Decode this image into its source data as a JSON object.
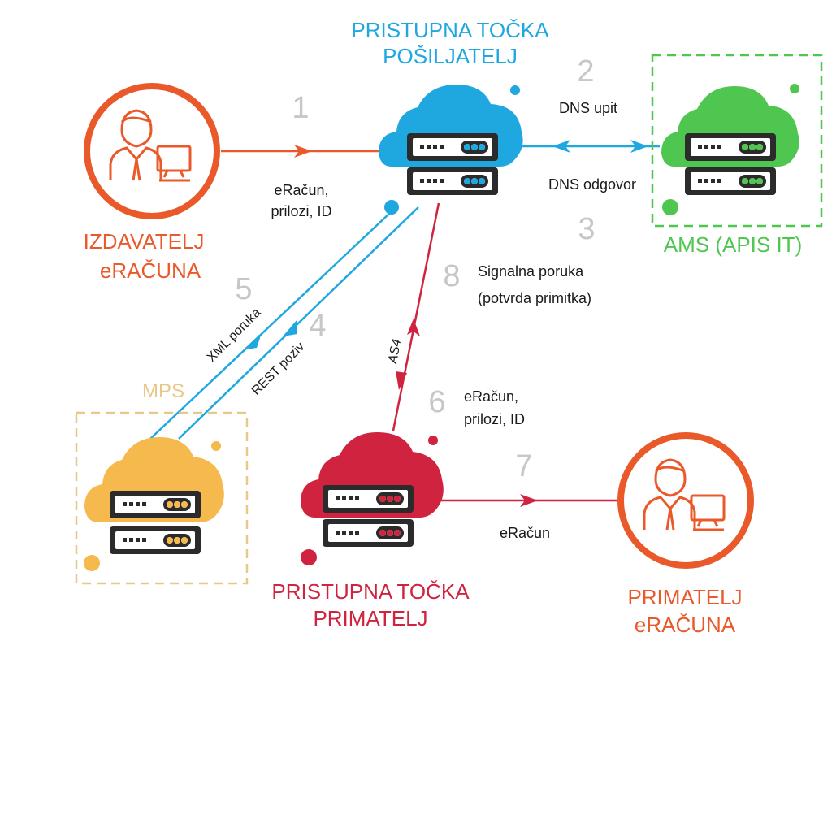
{
  "colors": {
    "orange": "#e9592a",
    "blue": "#1fa8e0",
    "green": "#4fc64f",
    "red": "#d0233f",
    "yellow": "#f5b94d",
    "yellow_border": "#e8c88a",
    "number_gray": "#c7c7c7",
    "dark": "#2b2b2b"
  },
  "nodes": {
    "sender_access_point": {
      "line1": "PRISTUPNA TOČKA",
      "line2": "POŠILJATELJ",
      "icon": "cloud-server-icon"
    },
    "issuer": {
      "line1": "IZDAVATELJ",
      "line2": "eRAČUNA",
      "icon": "user-computer-icon"
    },
    "ams": {
      "label": "AMS (APIS IT)",
      "icon": "cloud-server-icon"
    },
    "mps": {
      "label": "MPS",
      "icon": "cloud-server-icon"
    },
    "receiver_access_point": {
      "line1": "PRISTUPNA TOČKA",
      "line2": "PRIMATELJ",
      "icon": "cloud-server-icon"
    },
    "recipient": {
      "line1": "PRIMATELJ",
      "line2": "eRAČUNA",
      "icon": "user-computer-icon"
    }
  },
  "steps": {
    "s1": "1",
    "s2": "2",
    "s3": "3",
    "s4": "4",
    "s5": "5",
    "s6": "6",
    "s7": "7",
    "s8": "8"
  },
  "edge_labels": {
    "invoice_line1": "eRačun,",
    "invoice_line2": "prilozi, ID",
    "dns_query": "DNS upit",
    "dns_response": "DNS odgovor",
    "signal_line1": "Signalna poruka",
    "signal_line2": "(potvrda primitka)",
    "xml_message": "XML poruka",
    "rest_call": "REST poziv",
    "as4": "AS4",
    "invoice_line1_b": "eRačun,",
    "invoice_line2_b": "prilozi, ID",
    "invoice_only": "eRačun"
  }
}
